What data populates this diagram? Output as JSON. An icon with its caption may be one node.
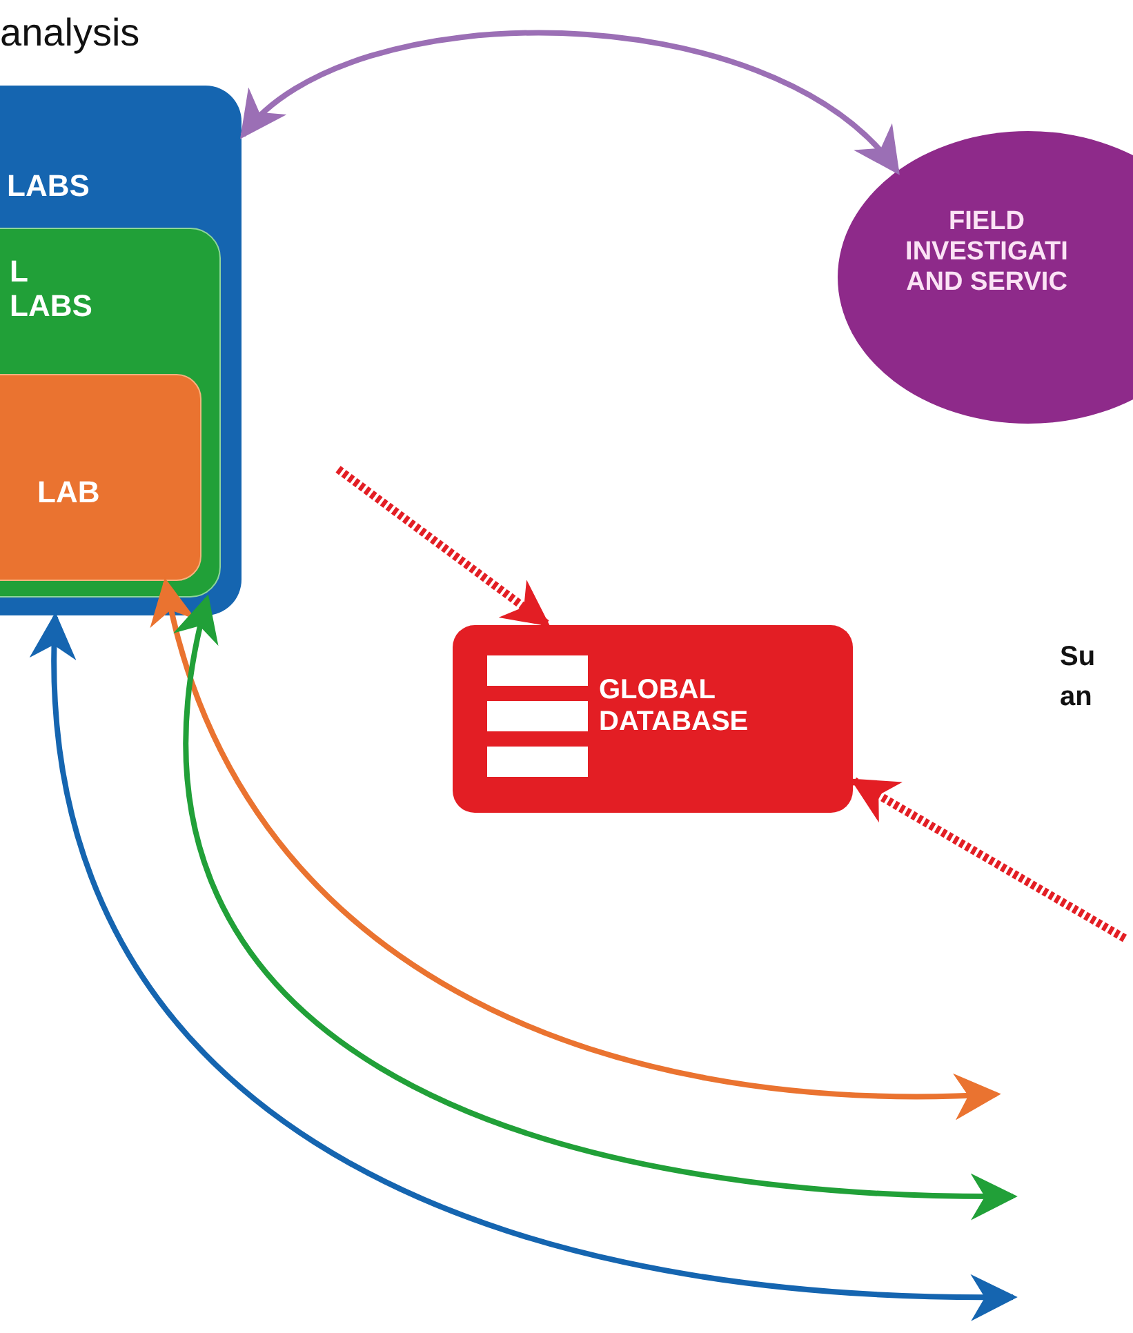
{
  "diagram": {
    "nodes": [
      {
        "text": [
          "LABS"
        ]
      },
      {
        "text": [
          "L LABS"
        ],
        "in": 0
      },
      {
        "text": [
          "LAB"
        ],
        "in": 1
      },
      {
        "text": [
          "FIELD INVESTIGATI AND SERVIC"
        ]
      },
      {
        "text": [
          "GLOBAL DATABASE"
        ]
      }
    ],
    "edges": [
      {
        "from": 0,
        "to": 3,
        "arrow": "both",
        "color": "#9b6fb5"
      },
      {
        "from": null,
        "to": 4,
        "arrow": "to",
        "style": "dashed",
        "color": "#e31e24"
      },
      {
        "from": null,
        "to": 4,
        "arrow": "to",
        "style": "dashed",
        "color": "#e31e24"
      },
      {
        "from": 2,
        "to": null,
        "arrow": "both",
        "color": "#ea7330"
      },
      {
        "from": 1,
        "to": null,
        "arrow": "both",
        "color": "#21a038"
      },
      {
        "from": 0,
        "to": null,
        "arrow": "both",
        "color": "#1565b0"
      }
    ],
    "labels": [
      "analysis",
      "Su an"
    ]
  }
}
